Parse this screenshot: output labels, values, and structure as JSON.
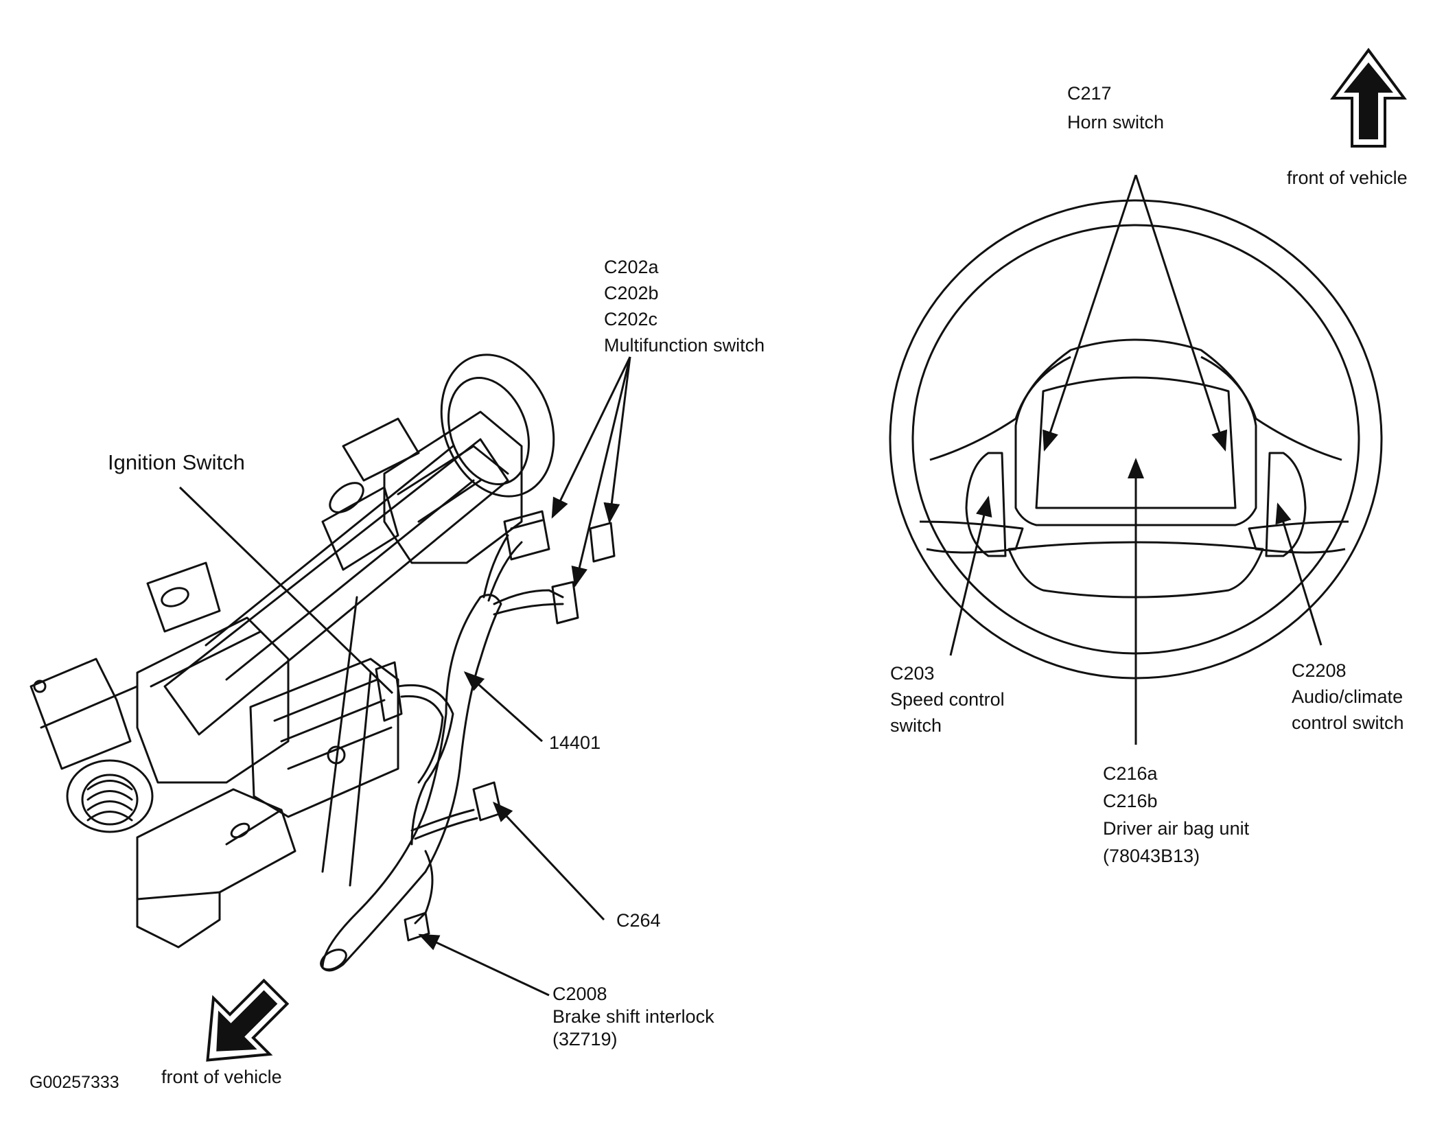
{
  "left_view": {
    "ignition_switch": "Ignition Switch",
    "multifunction": [
      "C202a",
      "C202b",
      "C202c",
      "Multifunction switch"
    ],
    "harness": "14401",
    "c264": "C264",
    "brake_shift": [
      "C2008",
      "Brake shift interlock",
      "(3Z719)"
    ],
    "front_arrow_label": "front of vehicle",
    "figure_code": "G00257333"
  },
  "right_view": {
    "horn": [
      "C217",
      "Horn switch"
    ],
    "front_arrow_label": "front of vehicle",
    "speed_control": [
      "C203",
      "Speed control",
      "switch"
    ],
    "air_bag": [
      "C216a",
      "C216b",
      "Driver air bag unit",
      "(78043B13)"
    ],
    "audio_climate": [
      "C2208",
      "Audio/climate",
      "control switch"
    ]
  },
  "colors": {
    "ink": "#111111",
    "background": "#ffffff"
  }
}
